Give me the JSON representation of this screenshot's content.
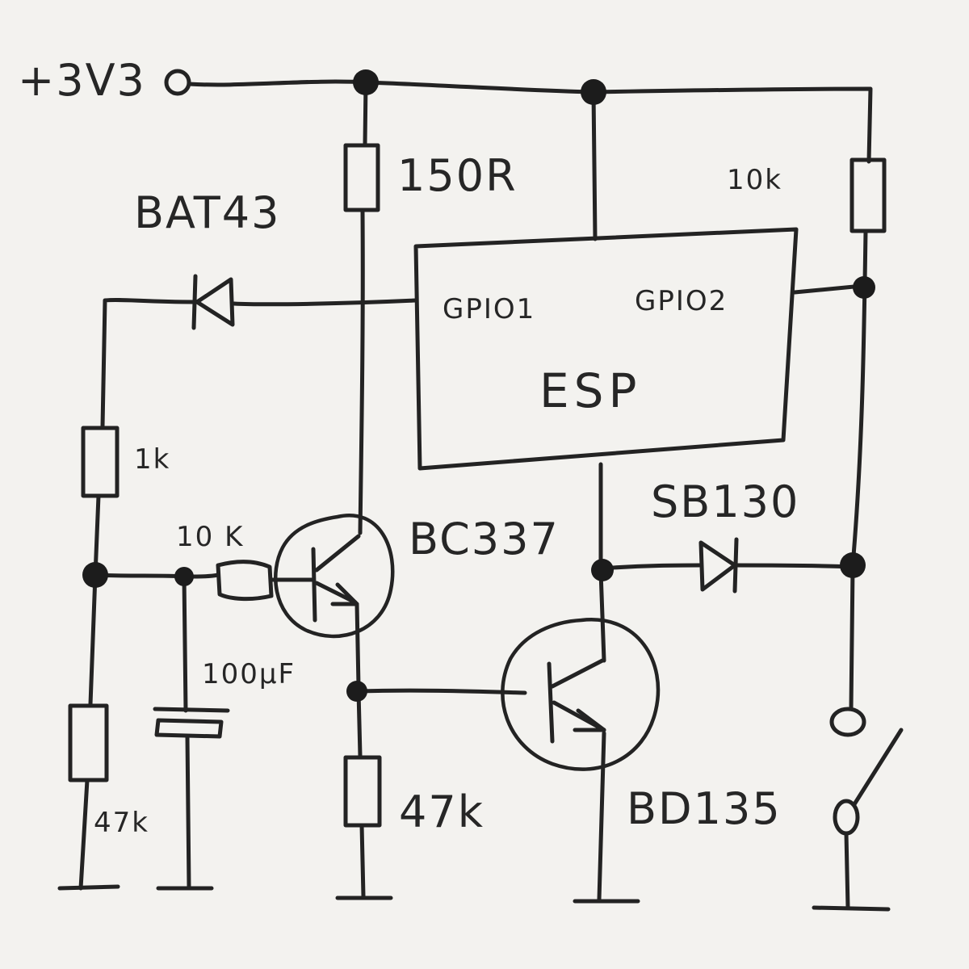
{
  "supply": {
    "label": "+3V3"
  },
  "resistors": {
    "r_150": "150R",
    "r_10k_pullup": "10k",
    "r_1k": "1k",
    "r_10k_base": "10 K",
    "r_47k_left": "47k",
    "r_47k_mid": "47k"
  },
  "capacitor": {
    "label": "100µF"
  },
  "diodes": {
    "bat43": "BAT43",
    "sb130": "SB130"
  },
  "transistors": {
    "bc337": "BC337",
    "bd135": "BD135"
  },
  "esp": {
    "name": "ESP",
    "gpio1": "GPIO1",
    "gpio2": "GPIO2"
  },
  "colors": {
    "ink": "#232323",
    "paper": "#f3f2ef"
  }
}
